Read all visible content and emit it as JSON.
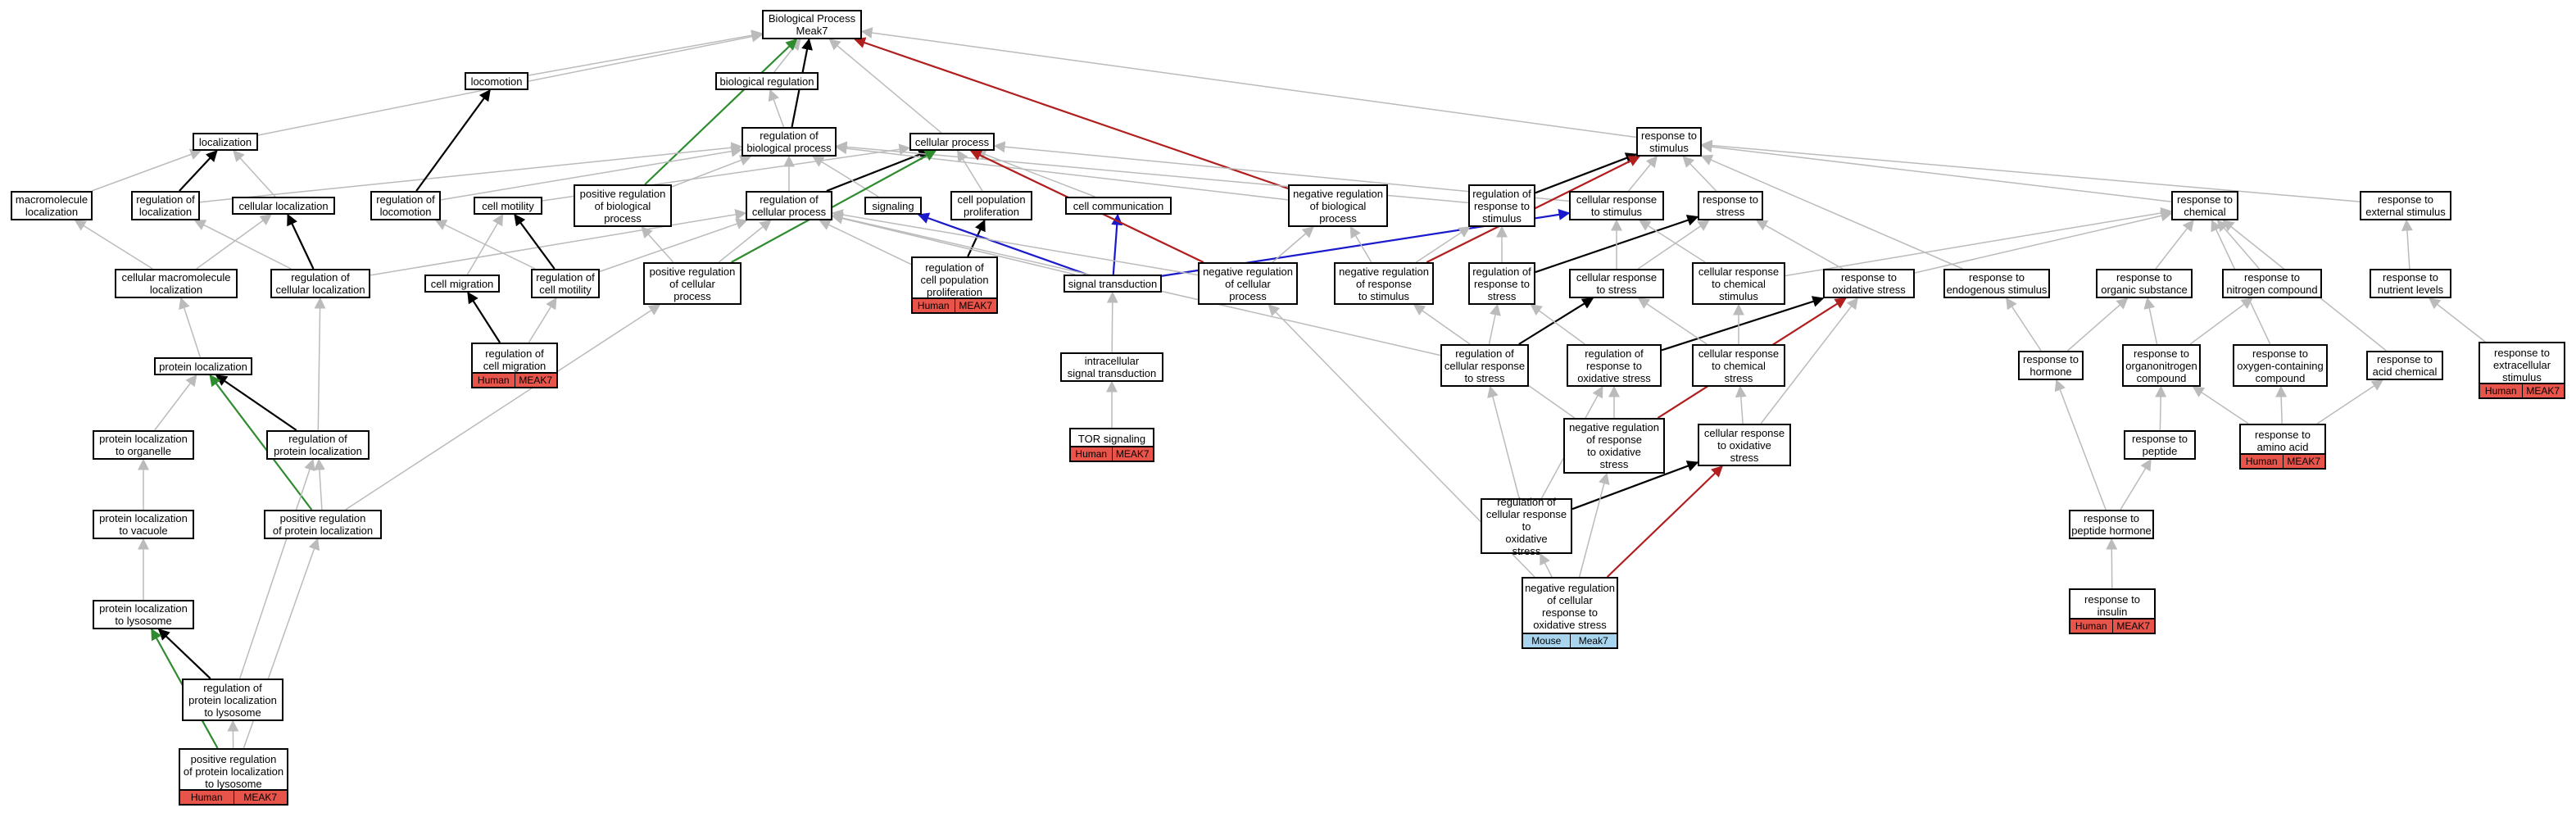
{
  "colors": {
    "gray": "#bbbbbb",
    "black": "#000000",
    "green": "#2e8b2e",
    "red": "#b01e1e",
    "blue": "#1a1acc",
    "human_tag": "#e8544a",
    "mouse_tag": "#a9d4ee"
  },
  "nodes": {
    "bp": {
      "label": "Biological Process\nMeak7"
    },
    "locomotion": {
      "label": "locomotion"
    },
    "bioreg": {
      "label": "biological regulation"
    },
    "localization": {
      "label": "localization"
    },
    "regbp": {
      "label": "regulation of\nbiological process"
    },
    "cellproc": {
      "label": "cellular process"
    },
    "resp_stim": {
      "label": "response to\nstimulus"
    },
    "macroloc": {
      "label": "macromolecule\nlocalization"
    },
    "regloc": {
      "label": "regulation of\nlocalization"
    },
    "cellloc": {
      "label": "cellular localization"
    },
    "regloco": {
      "label": "regulation of\nlocomotion"
    },
    "cellmot": {
      "label": "cell motility"
    },
    "posregbp": {
      "label": "positive regulation\nof biological\nprocess"
    },
    "regcp": {
      "label": "regulation of\ncellular process"
    },
    "signaling": {
      "label": "signaling"
    },
    "cpp": {
      "label": "cell population\nproliferation"
    },
    "cellcomm": {
      "label": "cell communication"
    },
    "negregbp": {
      "label": "negative regulation\nof biological\nprocess"
    },
    "regrespstim": {
      "label": "regulation of\nresponse to\nstimulus"
    },
    "cellrespstim": {
      "label": "cellular response\nto stimulus"
    },
    "respstress": {
      "label": "response to\nstress"
    },
    "respchem": {
      "label": "response to\nchemical"
    },
    "respext": {
      "label": "response to\nexternal stimulus"
    },
    "cellmacroloc": {
      "label": "cellular macromolecule\nlocalization"
    },
    "regcellloc": {
      "label": "regulation of\ncellular localization"
    },
    "cellmig": {
      "label": "cell migration"
    },
    "regcellmot": {
      "label": "regulation of\ncell motility"
    },
    "posregcp": {
      "label": "positive regulation\nof cellular\nprocess"
    },
    "regcpp": {
      "label": "regulation of\ncell population\nproliferation",
      "tags": [
        "Human",
        "MEAK7"
      ]
    },
    "sigtrans": {
      "label": "signal transduction"
    },
    "negregcp": {
      "label": "negative regulation\nof cellular\nprocess"
    },
    "negregrespstim": {
      "label": "negative regulation\nof response\nto stimulus"
    },
    "regrespstress": {
      "label": "regulation of\nresponse to\nstress"
    },
    "cellrespstress": {
      "label": "cellular response\nto stress"
    },
    "cellrespchem": {
      "label": "cellular response\nto chemical\nstimulus"
    },
    "respox": {
      "label": "response to\noxidative stress"
    },
    "respendo": {
      "label": "response to\nendogenous stimulus"
    },
    "resporg": {
      "label": "response to\norganic substance"
    },
    "respnitro": {
      "label": "response to\nnitrogen compound"
    },
    "respnutr": {
      "label": "response to\nnutrient levels"
    },
    "respextra": {
      "label": "response to\nextracellular\nstimulus",
      "tags": [
        "Human",
        "MEAK7"
      ]
    },
    "protloc": {
      "label": "protein localization"
    },
    "regcellmig": {
      "label": "regulation of\ncell migration",
      "tags": [
        "Human",
        "MEAK7"
      ]
    },
    "intrasig": {
      "label": "intracellular\nsignal transduction"
    },
    "regcellrespstress": {
      "label": "regulation of\ncellular response\nto stress"
    },
    "regrespox": {
      "label": "regulation of\nresponse to\noxidative stress"
    },
    "cellrespchem2": {
      "label": "cellular response\nto chemical\nstress"
    },
    "resphorm": {
      "label": "response to\nhormone"
    },
    "resporgn": {
      "label": "response to\norganonitrogen\ncompound"
    },
    "respoxy": {
      "label": "response to\noxygen-containing\ncompound"
    },
    "respacid": {
      "label": "response to\nacid chemical"
    },
    "protlocorg": {
      "label": "protein localization\nto organelle"
    },
    "regprotloc": {
      "label": "regulation of\nprotein localization"
    },
    "torsig": {
      "label": "TOR signaling",
      "tags": [
        "Human",
        "MEAK7"
      ]
    },
    "negregrespox": {
      "label": "negative regulation\nof response\nto oxidative\nstress"
    },
    "cellrespox": {
      "label": "cellular response\nto oxidative\nstress"
    },
    "resppep": {
      "label": "response to\npeptide"
    },
    "respamino": {
      "label": "response to\namino acid",
      "tags": [
        "Human",
        "MEAK7"
      ]
    },
    "protlocvac": {
      "label": "protein localization\nto vacuole"
    },
    "posregprotloc": {
      "label": "positive regulation\nof protein localization"
    },
    "regcellrespox": {
      "label": "regulation of\ncellular response to\noxidative\nstress"
    },
    "resppephorm": {
      "label": "response to\npeptide hormone"
    },
    "negregcellrespox": {
      "label": "negative regulation\nof cellular\nresponse to\noxidative stress",
      "tags": [
        "Mouse",
        "Meak7"
      ],
      "mouse": true
    },
    "protloclys": {
      "label": "protein localization\nto lysosome"
    },
    "regprotloclys": {
      "label": "regulation of\nprotein localization\nto lysosome"
    },
    "respins": {
      "label": "response to\ninsulin",
      "tags": [
        "Human",
        "MEAK7"
      ]
    },
    "posregprotloclys": {
      "label": "positive regulation\nof protein localization\nto lysosome",
      "tags": [
        "Human",
        "MEAK7"
      ]
    }
  },
  "edges": [
    {
      "from": "locomotion",
      "to": "bp",
      "color": "gray"
    },
    {
      "from": "bioreg",
      "to": "bp",
      "color": "gray"
    },
    {
      "from": "localization",
      "to": "bp",
      "color": "gray"
    },
    {
      "from": "regbp",
      "to": "bp",
      "color": "black"
    },
    {
      "from": "regbp",
      "to": "bioreg",
      "color": "gray"
    },
    {
      "from": "cellproc",
      "to": "bp",
      "color": "gray"
    },
    {
      "from": "resp_stim",
      "to": "bp",
      "color": "gray"
    },
    {
      "from": "posregbp",
      "to": "bp",
      "color": "green"
    },
    {
      "from": "negregbp",
      "to": "bp",
      "color": "red"
    },
    {
      "from": "macroloc",
      "to": "localization",
      "color": "gray"
    },
    {
      "from": "regloc",
      "to": "localization",
      "color": "black"
    },
    {
      "from": "cellloc",
      "to": "localization",
      "color": "gray"
    },
    {
      "from": "regloc",
      "to": "regbp",
      "color": "gray"
    },
    {
      "from": "regloco",
      "to": "locomotion",
      "color": "black"
    },
    {
      "from": "regloco",
      "to": "regbp",
      "color": "gray"
    },
    {
      "from": "cellmot",
      "to": "cellproc",
      "color": "gray"
    },
    {
      "from": "posregbp",
      "to": "regbp",
      "color": "gray"
    },
    {
      "from": "regcp",
      "to": "regbp",
      "color": "gray"
    },
    {
      "from": "regcp",
      "to": "cellproc",
      "color": "black"
    },
    {
      "from": "signaling",
      "to": "regbp",
      "color": "gray"
    },
    {
      "from": "cpp",
      "to": "cellproc",
      "color": "gray"
    },
    {
      "from": "cellcomm",
      "to": "cellproc",
      "color": "gray"
    },
    {
      "from": "negregbp",
      "to": "regbp",
      "color": "gray"
    },
    {
      "from": "regrespstim",
      "to": "regbp",
      "color": "gray"
    },
    {
      "from": "regrespstim",
      "to": "resp_stim",
      "color": "black"
    },
    {
      "from": "cellrespstim",
      "to": "cellproc",
      "color": "gray"
    },
    {
      "from": "cellrespstim",
      "to": "resp_stim",
      "color": "gray"
    },
    {
      "from": "respstress",
      "to": "resp_stim",
      "color": "gray"
    },
    {
      "from": "respchem",
      "to": "resp_stim",
      "color": "gray"
    },
    {
      "from": "respext",
      "to": "resp_stim",
      "color": "gray"
    },
    {
      "from": "cellmacroloc",
      "to": "macroloc",
      "color": "gray"
    },
    {
      "from": "cellmacroloc",
      "to": "cellloc",
      "color": "gray"
    },
    {
      "from": "regcellloc",
      "to": "cellloc",
      "color": "black"
    },
    {
      "from": "regcellloc",
      "to": "regloc",
      "color": "gray"
    },
    {
      "from": "regcellloc",
      "to": "regcp",
      "color": "gray"
    },
    {
      "from": "cellmig",
      "to": "cellmot",
      "color": "gray"
    },
    {
      "from": "regcellmot",
      "to": "cellmot",
      "color": "black"
    },
    {
      "from": "regcellmot",
      "to": "regloco",
      "color": "gray"
    },
    {
      "from": "regcellmot",
      "to": "regcp",
      "color": "gray"
    },
    {
      "from": "posregcp",
      "to": "cellproc",
      "color": "green"
    },
    {
      "from": "posregcp",
      "to": "posregbp",
      "color": "gray"
    },
    {
      "from": "posregcp",
      "to": "regcp",
      "color": "gray"
    },
    {
      "from": "regcpp",
      "to": "cpp",
      "color": "black"
    },
    {
      "from": "regcpp",
      "to": "regcp",
      "color": "gray"
    },
    {
      "from": "sigtrans",
      "to": "signaling",
      "color": "blue"
    },
    {
      "from": "sigtrans",
      "to": "cellcomm",
      "color": "blue"
    },
    {
      "from": "sigtrans",
      "to": "cellrespstim",
      "color": "blue"
    },
    {
      "from": "sigtrans",
      "to": "regcp",
      "color": "gray"
    },
    {
      "from": "negregcp",
      "to": "cellproc",
      "color": "red"
    },
    {
      "from": "negregcp",
      "to": "negregbp",
      "color": "gray"
    },
    {
      "from": "negregcp",
      "to": "regcp",
      "color": "gray"
    },
    {
      "from": "negregrespstim",
      "to": "resp_stim",
      "color": "red"
    },
    {
      "from": "negregrespstim",
      "to": "negregbp",
      "color": "gray"
    },
    {
      "from": "negregrespstim",
      "to": "regrespstim",
      "color": "gray"
    },
    {
      "from": "regrespstress",
      "to": "regrespstim",
      "color": "gray"
    },
    {
      "from": "regrespstress",
      "to": "respstress",
      "color": "black"
    },
    {
      "from": "cellrespstress",
      "to": "cellrespstim",
      "color": "gray"
    },
    {
      "from": "cellrespstress",
      "to": "respstress",
      "color": "gray"
    },
    {
      "from": "cellrespchem",
      "to": "cellrespstim",
      "color": "gray"
    },
    {
      "from": "cellrespchem",
      "to": "respchem",
      "color": "gray"
    },
    {
      "from": "respox",
      "to": "respstress",
      "color": "gray"
    },
    {
      "from": "respox",
      "to": "respchem",
      "color": "gray"
    },
    {
      "from": "respendo",
      "to": "resp_stim",
      "color": "gray"
    },
    {
      "from": "resporg",
      "to": "respchem",
      "color": "gray"
    },
    {
      "from": "respnitro",
      "to": "respchem",
      "color": "gray"
    },
    {
      "from": "respnutr",
      "to": "respext",
      "color": "gray"
    },
    {
      "from": "respextra",
      "to": "respnutr",
      "color": "gray"
    },
    {
      "from": "protloc",
      "to": "cellmacroloc",
      "color": "gray"
    },
    {
      "from": "regcellmig",
      "to": "cellmig",
      "color": "black"
    },
    {
      "from": "regcellmig",
      "to": "regcellmot",
      "color": "gray"
    },
    {
      "from": "intrasig",
      "to": "sigtrans",
      "color": "gray"
    },
    {
      "from": "regcellrespstress",
      "to": "regrespstress",
      "color": "gray"
    },
    {
      "from": "regcellrespstress",
      "to": "cellrespstress",
      "color": "black"
    },
    {
      "from": "regcellrespstress",
      "to": "regcp",
      "color": "gray"
    },
    {
      "from": "regrespox",
      "to": "respox",
      "color": "black"
    },
    {
      "from": "regrespox",
      "to": "regrespstress",
      "color": "gray"
    },
    {
      "from": "cellrespchem2",
      "to": "cellrespchem",
      "color": "gray"
    },
    {
      "from": "cellrespchem2",
      "to": "cellrespstress",
      "color": "gray"
    },
    {
      "from": "resphorm",
      "to": "respendo",
      "color": "gray"
    },
    {
      "from": "resphorm",
      "to": "resporg",
      "color": "gray"
    },
    {
      "from": "resporgn",
      "to": "resporg",
      "color": "gray"
    },
    {
      "from": "resporgn",
      "to": "respnitro",
      "color": "gray"
    },
    {
      "from": "respoxy",
      "to": "respchem",
      "color": "gray"
    },
    {
      "from": "respacid",
      "to": "respchem",
      "color": "gray"
    },
    {
      "from": "protlocorg",
      "to": "protloc",
      "color": "gray"
    },
    {
      "from": "regprotloc",
      "to": "protloc",
      "color": "black"
    },
    {
      "from": "regprotloc",
      "to": "regcellloc",
      "color": "gray"
    },
    {
      "from": "torsig",
      "to": "intrasig",
      "color": "gray"
    },
    {
      "from": "negregrespox",
      "to": "respox",
      "color": "red"
    },
    {
      "from": "negregrespox",
      "to": "negregrespstim",
      "color": "gray"
    },
    {
      "from": "negregrespox",
      "to": "regrespox",
      "color": "gray"
    },
    {
      "from": "cellrespox",
      "to": "respox",
      "color": "gray"
    },
    {
      "from": "cellrespox",
      "to": "cellrespchem2",
      "color": "gray"
    },
    {
      "from": "resppep",
      "to": "resporgn",
      "color": "gray"
    },
    {
      "from": "respamino",
      "to": "resporgn",
      "color": "gray"
    },
    {
      "from": "respamino",
      "to": "respoxy",
      "color": "gray"
    },
    {
      "from": "respamino",
      "to": "respacid",
      "color": "gray"
    },
    {
      "from": "protlocvac",
      "to": "protlocorg",
      "color": "gray"
    },
    {
      "from": "posregprotloc",
      "to": "protloc",
      "color": "green"
    },
    {
      "from": "posregprotloc",
      "to": "regprotloc",
      "color": "gray"
    },
    {
      "from": "posregprotloc",
      "to": "posregcp",
      "color": "gray"
    },
    {
      "from": "regcellrespox",
      "to": "cellrespox",
      "color": "black"
    },
    {
      "from": "regcellrespox",
      "to": "regcellrespstress",
      "color": "gray"
    },
    {
      "from": "regcellrespox",
      "to": "regrespox",
      "color": "gray"
    },
    {
      "from": "resppephorm",
      "to": "resppep",
      "color": "gray"
    },
    {
      "from": "resppephorm",
      "to": "resphorm",
      "color": "gray"
    },
    {
      "from": "negregcellrespox",
      "to": "cellrespox",
      "color": "red"
    },
    {
      "from": "negregcellrespox",
      "to": "regcellrespox",
      "color": "gray"
    },
    {
      "from": "negregcellrespox",
      "to": "negregrespox",
      "color": "gray"
    },
    {
      "from": "negregcellrespox",
      "to": "negregcp",
      "color": "gray"
    },
    {
      "from": "protloclys",
      "to": "protlocvac",
      "color": "gray"
    },
    {
      "from": "regprotloclys",
      "to": "protloclys",
      "color": "black"
    },
    {
      "from": "regprotloclys",
      "to": "regprotloc",
      "color": "gray"
    },
    {
      "from": "respins",
      "to": "resppephorm",
      "color": "gray"
    },
    {
      "from": "posregprotloclys",
      "to": "protloclys",
      "color": "green"
    },
    {
      "from": "posregprotloclys",
      "to": "regprotloclys",
      "color": "gray"
    },
    {
      "from": "posregprotloclys",
      "to": "posregprotloc",
      "color": "gray"
    }
  ]
}
